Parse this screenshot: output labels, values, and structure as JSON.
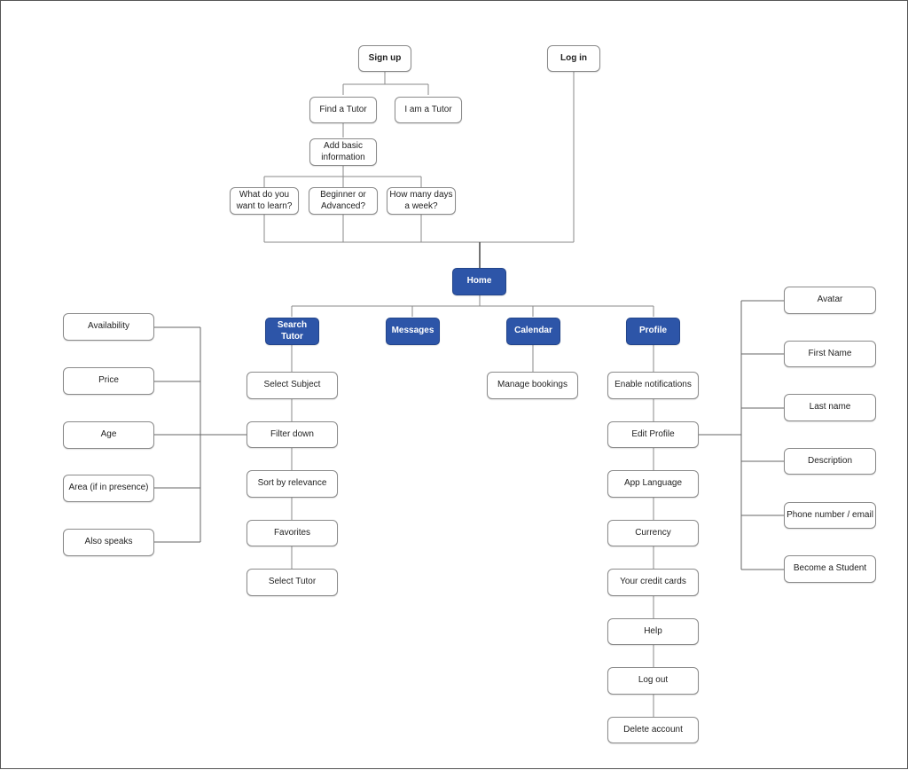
{
  "colors": {
    "main_fill": "#2d55a8",
    "connector": "#8a8a8a"
  },
  "nodes": {
    "sign_up": "Sign up",
    "log_in": "Log in",
    "find_tutor": "Find a Tutor",
    "i_am_tutor": "I am a Tutor",
    "add_basic_info": "Add basic information",
    "what_learn": "What do you want to learn?",
    "beginner_advanced": "Beginner or Advanced?",
    "days_week": "How many days a week?",
    "home": "Home",
    "search_tutor": "Search Tutor",
    "messages": "Messages",
    "calendar": "Calendar",
    "profile": "Profile",
    "availability": "Availability",
    "price": "Price",
    "age": "Age",
    "area": "Area (if in presence)",
    "also_speaks": "Also speaks",
    "select_subject": "Select Subject",
    "filter_down": "Filter down",
    "sort_relevance": "Sort by relevance",
    "favorites": "Favorites",
    "select_tutor": "Select Tutor",
    "manage_bookings": "Manage bookings",
    "enable_notifications": "Enable notifications",
    "edit_profile": "Edit Profile",
    "app_language": "App Language",
    "currency": "Currency",
    "credit_cards": "Your credit cards",
    "help": "Help",
    "log_out": "Log out",
    "delete_account": "Delete account",
    "avatar": "Avatar",
    "first_name": "First Name",
    "last_name": "Last name",
    "description": "Description",
    "phone_email": "Phone number / email",
    "become_student": "Become a Student"
  }
}
